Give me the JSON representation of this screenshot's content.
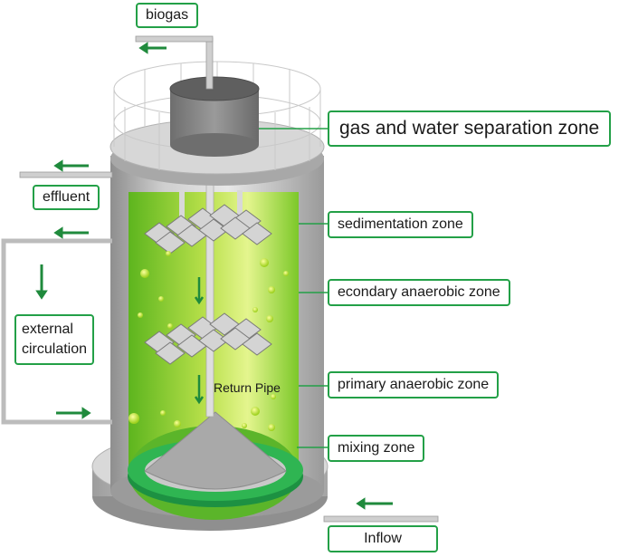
{
  "labels": {
    "biogas": "biogas",
    "gas_water_separation": "gas and water separation zone",
    "effluent": "effluent",
    "sedimentation": "sedimentation zone",
    "secondary_anaerobic": "econdary anaerobic zone",
    "external_circulation_line1": "external",
    "external_circulation_line2": "circulation",
    "primary_anaerobic": "primary anaerobic zone",
    "return_pipe": "Return Pipe",
    "mixing": "mixing zone",
    "inflow": "Inflow"
  },
  "colors": {
    "label_border": "#23a047",
    "arrow": "#1f8a3c",
    "liquid_light": "#d8f07a",
    "liquid_dark": "#6cc024",
    "tank_metal": "#b5b5b5",
    "pipe": "#c4c4c4"
  }
}
